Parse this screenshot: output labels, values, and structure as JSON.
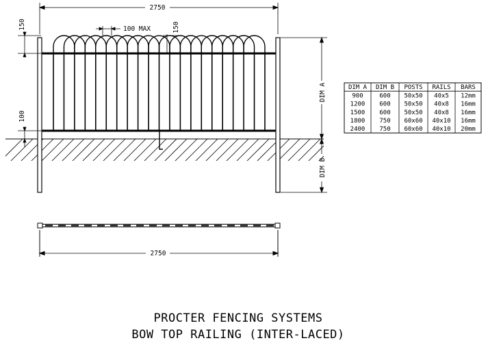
{
  "elevation": {
    "overall_width": "2750",
    "top_gap": "150",
    "bow_spacing": "100 MAX",
    "bow_height": "150",
    "bottom_gap": "100",
    "dim_a": "DIM A",
    "dim_b": "DIM B"
  },
  "plan": {
    "overall_width": "2750"
  },
  "spec_table": {
    "headers": [
      "DIM A",
      "DIM B",
      "POSTS",
      "RAILS",
      "BARS"
    ],
    "rows": [
      [
        "900",
        "600",
        "50x50",
        "40x5",
        "12mm"
      ],
      [
        "1200",
        "600",
        "50x50",
        "40x8",
        "16mm"
      ],
      [
        "1500",
        "600",
        "50x50",
        "40x8",
        "16mm"
      ],
      [
        "1800",
        "750",
        "60x60",
        "40x10",
        "16mm"
      ],
      [
        "2400",
        "750",
        "60x60",
        "40x10",
        "20mm"
      ]
    ]
  },
  "title": {
    "company": "PROCTER FENCING SYSTEMS",
    "product": "BOW TOP RAILING (INTER-LACED)"
  }
}
